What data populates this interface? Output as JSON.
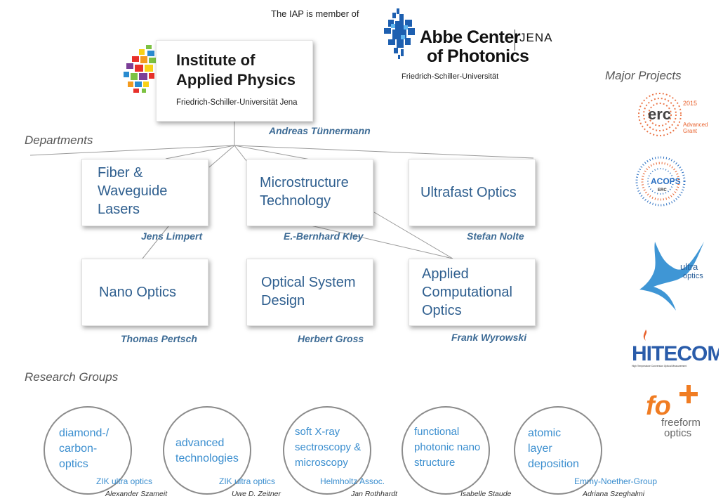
{
  "header": {
    "membership_text": "The IAP is member of",
    "acp": {
      "name_line1": "Abbe Center",
      "name_line2": "of Photonics",
      "city": "JENA",
      "university": "Friedrich-Schiller-Universität"
    }
  },
  "institute": {
    "title_line1": "Institute of",
    "title_line2": "Applied Physics",
    "university": "Friedrich-Schiller-Universität Jena",
    "director": "Andreas Tünnermann"
  },
  "departments": {
    "heading": "Departments",
    "items": [
      {
        "name_lines": [
          "Fiber &",
          "Waveguide",
          "Lasers"
        ],
        "head": "Jens Limpert"
      },
      {
        "name_lines": [
          "Microstructure",
          "Technology"
        ],
        "head": "E.-Bernhard Kley"
      },
      {
        "name_lines": [
          "Ultrafast Optics"
        ],
        "head": "Stefan Nolte"
      },
      {
        "name_lines": [
          "Nano Optics"
        ],
        "head": "Thomas Pertsch"
      },
      {
        "name_lines": [
          "Optical System",
          "Design"
        ],
        "head": "Herbert Gross"
      },
      {
        "name_lines": [
          "Applied",
          "Computational",
          "Optics"
        ],
        "head": "Frank Wyrowski"
      }
    ]
  },
  "research_groups": {
    "heading": "Research Groups",
    "items": [
      {
        "name_lines": [
          "diamond-/",
          "carbon-",
          "optics"
        ],
        "affiliation": "ZIK ultra optics",
        "leader": "Alexander Szameit"
      },
      {
        "name_lines": [
          "advanced",
          "technologies"
        ],
        "affiliation": "ZIK ultra optics",
        "leader": "Uwe D. Zeitner"
      },
      {
        "name_lines": [
          "soft X-ray",
          "sectroscopy &",
          "microscopy"
        ],
        "affiliation": "Helmholtz Assoc.",
        "leader": "Jan Rothhardt"
      },
      {
        "name_lines": [
          "functional",
          "photonic nano",
          "structure"
        ],
        "affiliation": "",
        "leader": "Isabelle Staude"
      },
      {
        "name_lines": [
          "atomic",
          "layer",
          "deposition"
        ],
        "affiliation": "Emmy-Noether-Group",
        "leader": "Adriana Szeghalmi"
      }
    ]
  },
  "projects": {
    "heading": "Major Projects",
    "erc": {
      "label": "erc",
      "year": "2015",
      "grant_line1": "Advanced",
      "grant_line2": "Grant"
    },
    "acops": {
      "label": "ACOPS",
      "sub": "ERC"
    },
    "ultra": {
      "line1": "ultra",
      "line2": "optics"
    },
    "hitecom": {
      "label": "HITECOM",
      "tagline": "High Temperature Conversion Optical Measurement"
    },
    "freeform": {
      "logo": "fo",
      "line1": "freeform",
      "line2": "optics"
    }
  },
  "colors": {
    "department_text": "#2f5f8f",
    "person_text": "#3d6b95",
    "group_text": "#3a8ecf",
    "erc_orange": "#e8612c",
    "ultra_blue": "#2a8bd0",
    "hitecom_blue": "#2a5caa",
    "freeform_orange": "#f07c22"
  }
}
